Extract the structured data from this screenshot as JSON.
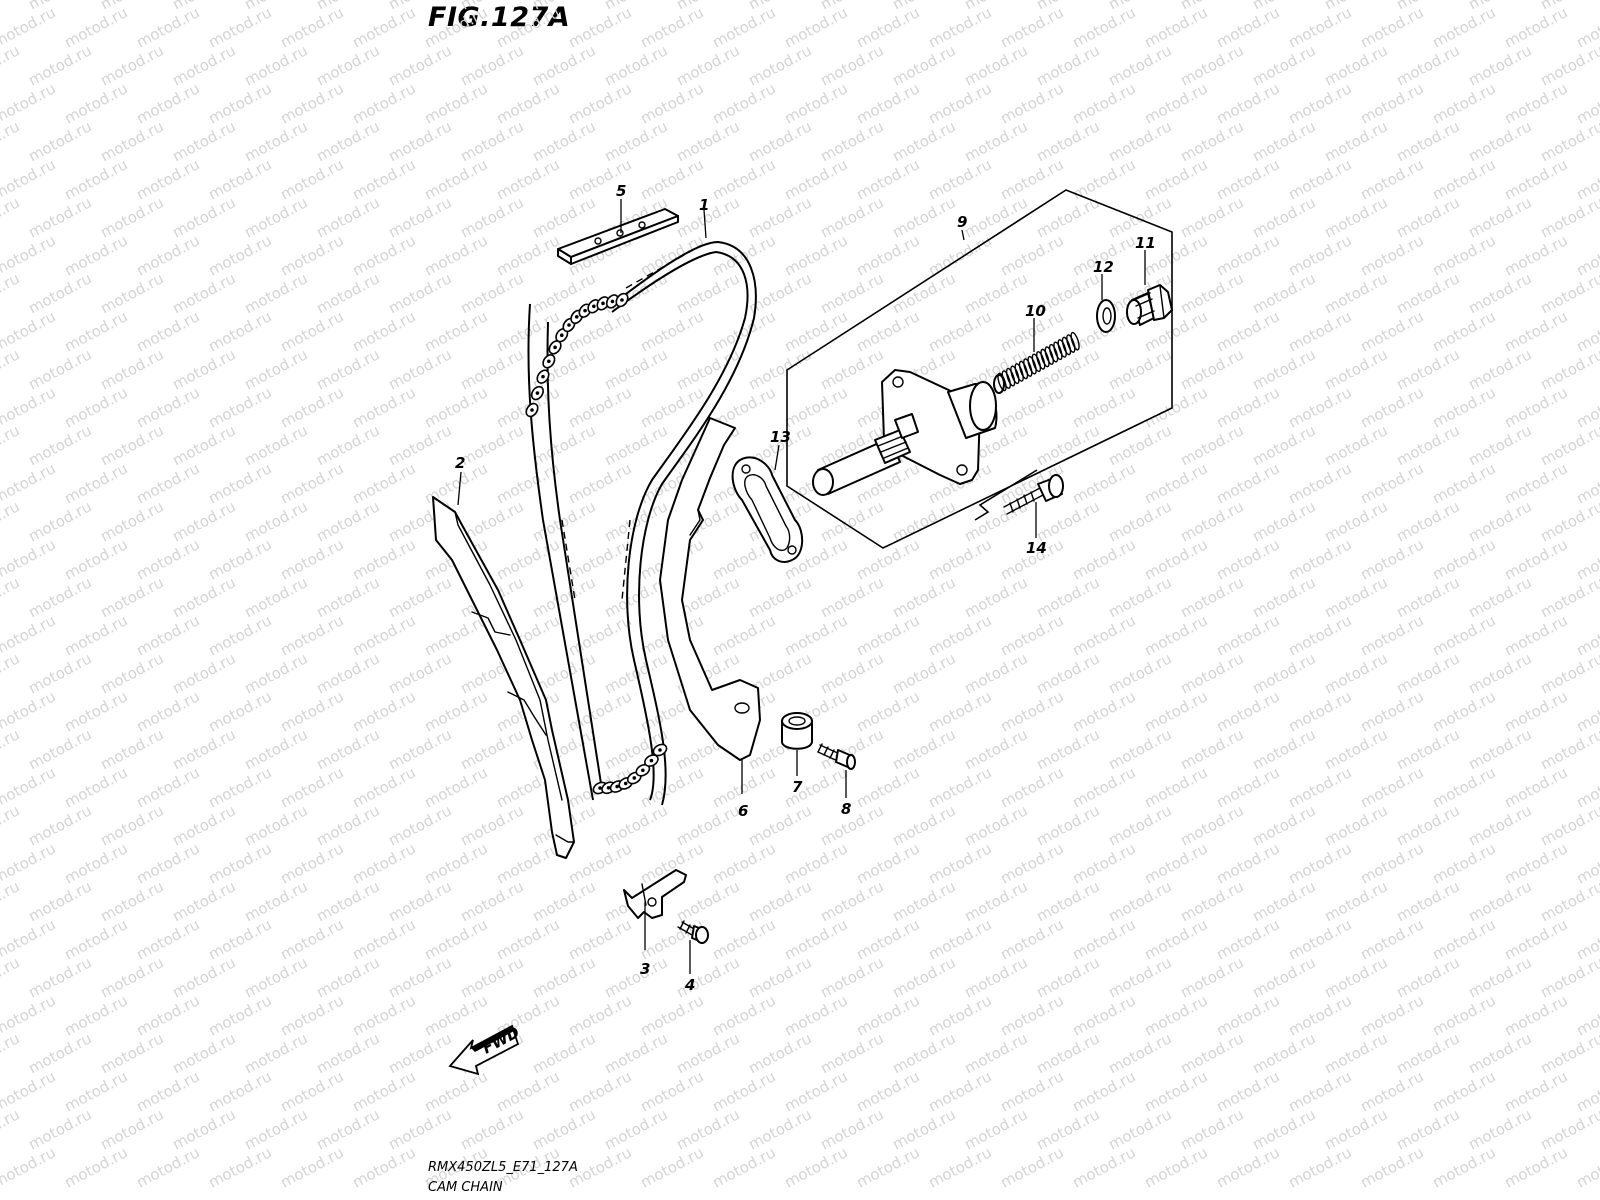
{
  "figure": {
    "title": "FIG.127A",
    "code": "RMX450ZL5_E71_127A",
    "name": "CAM CHAIN"
  },
  "watermark": {
    "text": "motod.ru"
  },
  "direction_marker": {
    "label": "FWD",
    "icon": "forward-arrow-icon"
  },
  "callouts": [
    {
      "number": "1",
      "part": "cam-chain"
    },
    {
      "number": "2",
      "part": "chain-guide-front"
    },
    {
      "number": "3",
      "part": "guide-bracket"
    },
    {
      "number": "4",
      "part": "bracket-bolt"
    },
    {
      "number": "5",
      "part": "chain-guide-top"
    },
    {
      "number": "6",
      "part": "tensioner-guide"
    },
    {
      "number": "7",
      "part": "guide-bushing"
    },
    {
      "number": "8",
      "part": "guide-bolt"
    },
    {
      "number": "9",
      "part": "tensioner-assembly"
    },
    {
      "number": "10",
      "part": "tensioner-spring"
    },
    {
      "number": "11",
      "part": "tensioner-cap-bolt"
    },
    {
      "number": "12",
      "part": "cap-gasket"
    },
    {
      "number": "13",
      "part": "tensioner-gasket"
    },
    {
      "number": "14",
      "part": "tensioner-bolt"
    }
  ]
}
